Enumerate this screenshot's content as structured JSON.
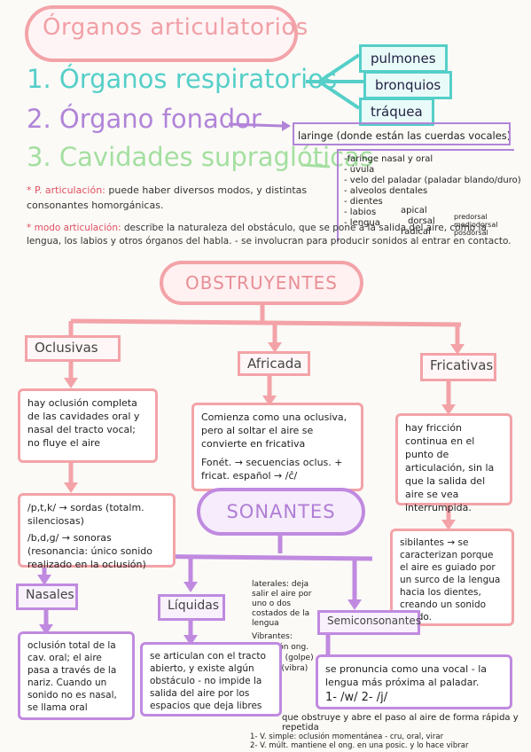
{
  "title": "Órganos articulatorios",
  "headings": {
    "respiratorios": "1. Órganos respiratorios",
    "fonador": "2. Órgano fonador",
    "cavidades": "3. Cavidades supraglóticas"
  },
  "respiratory_parts": [
    "pulmones",
    "bronquios",
    "tráquea"
  ],
  "laringe": "laringe (donde están las cuerdas vocales)",
  "cavidades_list": [
    "-faringe nasal y oral",
    "- úvula",
    "- velo del paladar (paladar blando/duro)",
    "- alveolos dentales",
    "- dientes",
    "- labios",
    "- lengua"
  ],
  "lengua_parts": {
    "apical": "apical",
    "dorsal": "dorsal",
    "radical": "radical",
    "predorsal": "predorsal",
    "mediodorsal": "mediodorsal",
    "posdorsal": "posdorsal"
  },
  "notes": {
    "p_label": "* P. articulación:",
    "p_text": "puede haber diversos modos, y distintas consonantes homorgánicas.",
    "m_label": "* modo articulación:",
    "m_text": "describe la naturaleza del obstáculo, que se pone a la salida del aire, como la lengua, los labios y otros órganos del habla. - se involucran para producir sonidos al entrar en contacto."
  },
  "obstruyentes": "OBSTRUYENTES",
  "oclusivas": {
    "label": "Oclusivas",
    "desc": "hay oclusión completa de las cavidades oral y nasal del tracto vocal; no fluye el aire",
    "ex1": "/p,t,k/ → sordas (totalm. silenciosas)",
    "ex2": "/b,d,g/ → sonoras (resonancia: único sonido realizado en la oclusión)"
  },
  "africada": {
    "label": "Africada",
    "desc": "Comienza como una oclusiva, pero al soltar el aire se convierte en fricativa",
    "fonet": "Fonét. → secuencias oclus. + fricat. español → /ĉ/"
  },
  "fricativas": {
    "label": "Fricativas",
    "desc": "hay fricción continua en el punto de articulación, sin la que la salida del aire se vea interrumpida.",
    "sibilantes": "sibilantes → se caracterizan porque el aire es guiado por un surco de la lengua hacia los dientes, creando un sonido agudo."
  },
  "sonantes": "SONANTES",
  "nasales": {
    "label": "Nasales",
    "desc": "oclusión total de la cav. oral; el aire pasa a través de la nariz. Cuando un sonido no es nasal, se llama oral"
  },
  "liquidas": {
    "label": "Líquidas",
    "desc": "se articulan con el tracto abierto, y existe algún obstáculo - no impide la salida del aire por los espacios que deja libres"
  },
  "laterales": "laterales: deja salir el aire por uno o dos costados de la lengua",
  "vibrantes": "Vibrantes: vibración ong. elástica (golpe) lengua (vibra)",
  "semiconsonantes": {
    "label": "Semiconsonantes",
    "desc": "se pronuncia como una vocal - la lengua más próxima al paladar.",
    "ex": "1- /w/   2- /j/"
  },
  "bottom": {
    "line1": "que obstruye y abre el paso al aire de forma rápida y repetida",
    "line2": "1- V. simple: oclusión momentánea - cru, oral, virar",
    "line3": "2- V. múlt. mantiene el ong. en una posic. y lo hace vibrar"
  },
  "colors": {
    "pink": "#f3a3a8",
    "teal": "#55cfc8",
    "violet": "#b184d8",
    "green": "#a4dfa0"
  }
}
